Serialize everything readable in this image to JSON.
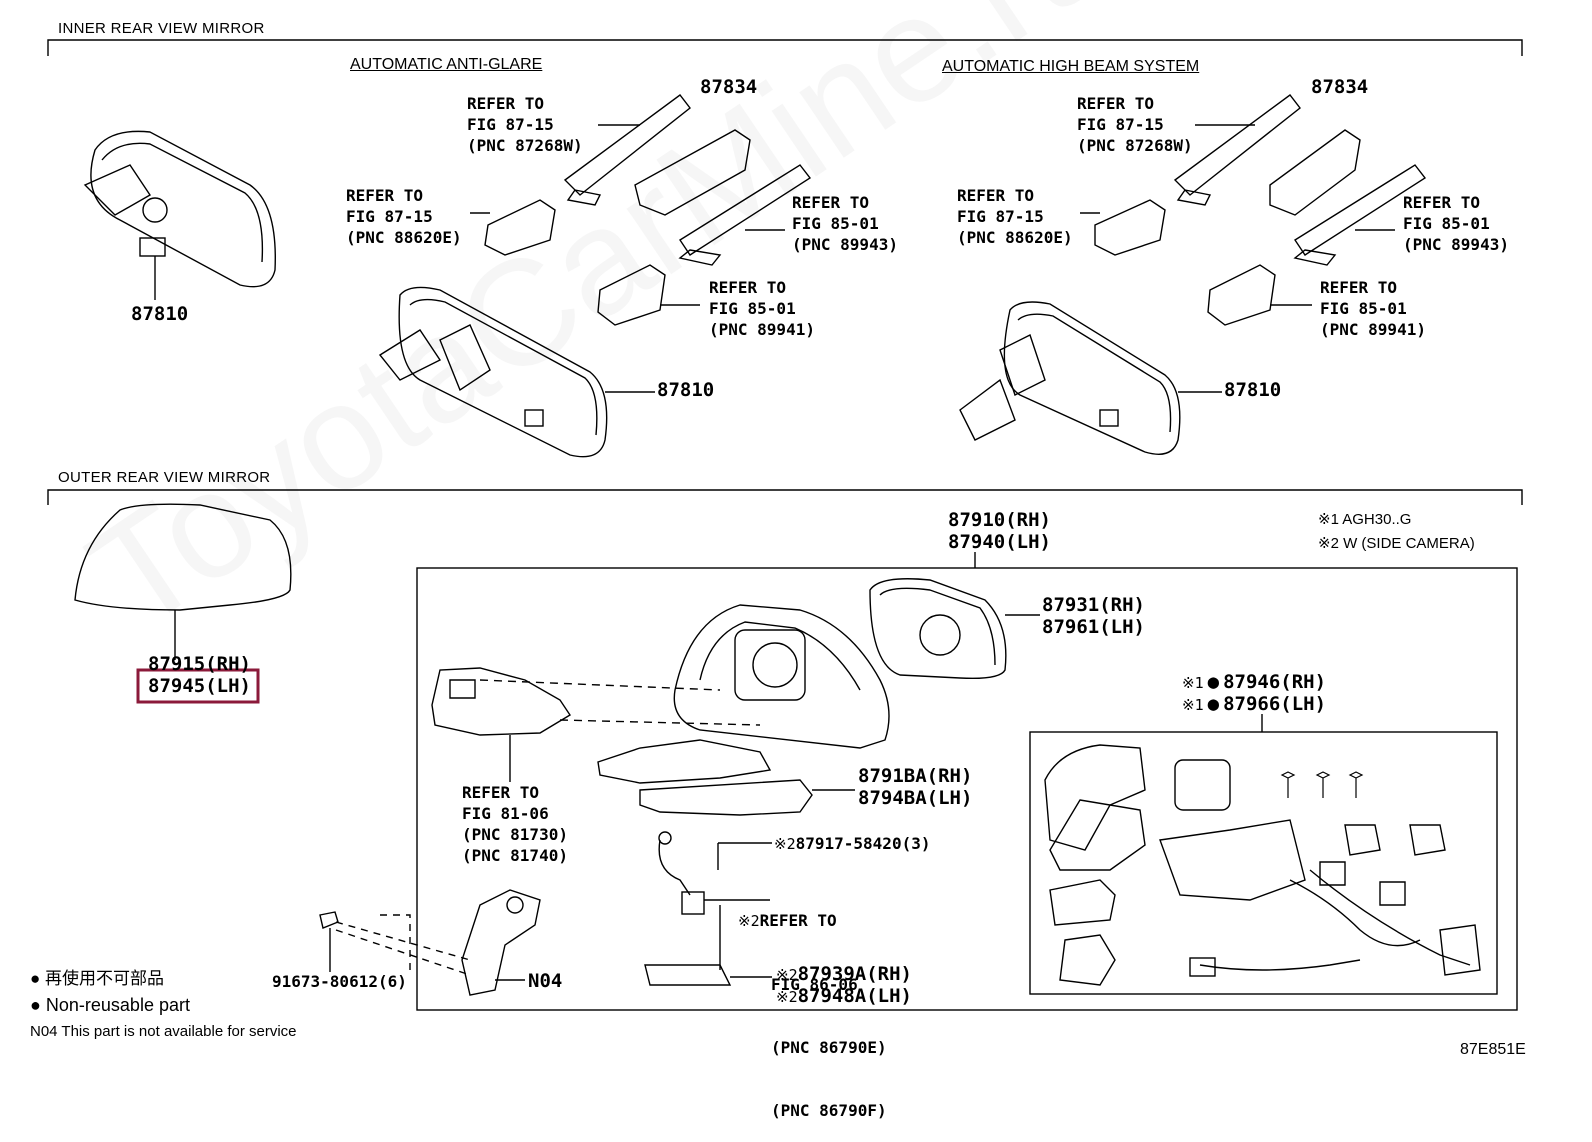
{
  "sections": {
    "inner": "INNER REAR VIEW MIRROR",
    "outer": "OUTER REAR VIEW MIRROR"
  },
  "subheadings": {
    "anti_glare": "AUTOMATIC ANTI-GLARE",
    "high_beam": "AUTOMATIC HIGH BEAM SYSTEM"
  },
  "watermark": "ToyotaCarMine.ru",
  "parts": {
    "p87810_left": "87810",
    "p87834_a": "87834",
    "p87810_a": "87810",
    "p87834_b": "87834",
    "p87810_b": "87810",
    "p87915": "87915(RH)",
    "p87945": "87945(LH)",
    "p87910": "87910(RH)",
    "p87940": "87940(LH)",
    "p87931": "87931(RH)",
    "p87961": "87961(LH)",
    "p8791BA": "8791BA(RH)",
    "p8794BA": "8794BA(LH)",
    "p87946": "87946(RH)",
    "p87966": "87966(LH)",
    "p87917": "87917-58420(3)",
    "p87939": "87939A(RH)",
    "p87948": "87948A(LH)",
    "p91673": "91673-80612(6)",
    "pN04": "N04"
  },
  "refs": {
    "a1": [
      "REFER TO",
      "FIG 87-15",
      "(PNC 87268W)"
    ],
    "a2": [
      "REFER TO",
      "FIG 87-15",
      "(PNC 88620E)"
    ],
    "a3": [
      "REFER TO",
      "FIG 85-01",
      "(PNC 89943)"
    ],
    "a4": [
      "REFER TO",
      "FIG 85-01",
      "(PNC 89941)"
    ],
    "b1": [
      "REFER TO",
      "FIG 87-15",
      "(PNC 87268W)"
    ],
    "b2": [
      "REFER TO",
      "FIG 87-15",
      "(PNC 88620E)"
    ],
    "b3": [
      "REFER TO",
      "FIG 85-01",
      "(PNC 89943)"
    ],
    "b4": [
      "REFER TO",
      "FIG 85-01",
      "(PNC 89941)"
    ],
    "c1": [
      "REFER TO",
      "FIG 81-06",
      "(PNC 81730)",
      "(PNC 81740)"
    ],
    "c2": [
      "REFER TO",
      "FIG 86-06",
      "(PNC 86790E)",
      "(PNC 86790F)"
    ]
  },
  "marks": {
    "m1": "※1",
    "m2": "※2",
    "dot": "●"
  },
  "notes": {
    "n1": "※1 AGH30..G",
    "n2": "※2 W (SIDE CAMERA)"
  },
  "legend": {
    "jp": "再使用不可部品",
    "en": "Non-reusable part",
    "n04": "N04 This part is not available for service"
  },
  "figure_id": "87E851E",
  "highlight_color": "#8b1a3a"
}
